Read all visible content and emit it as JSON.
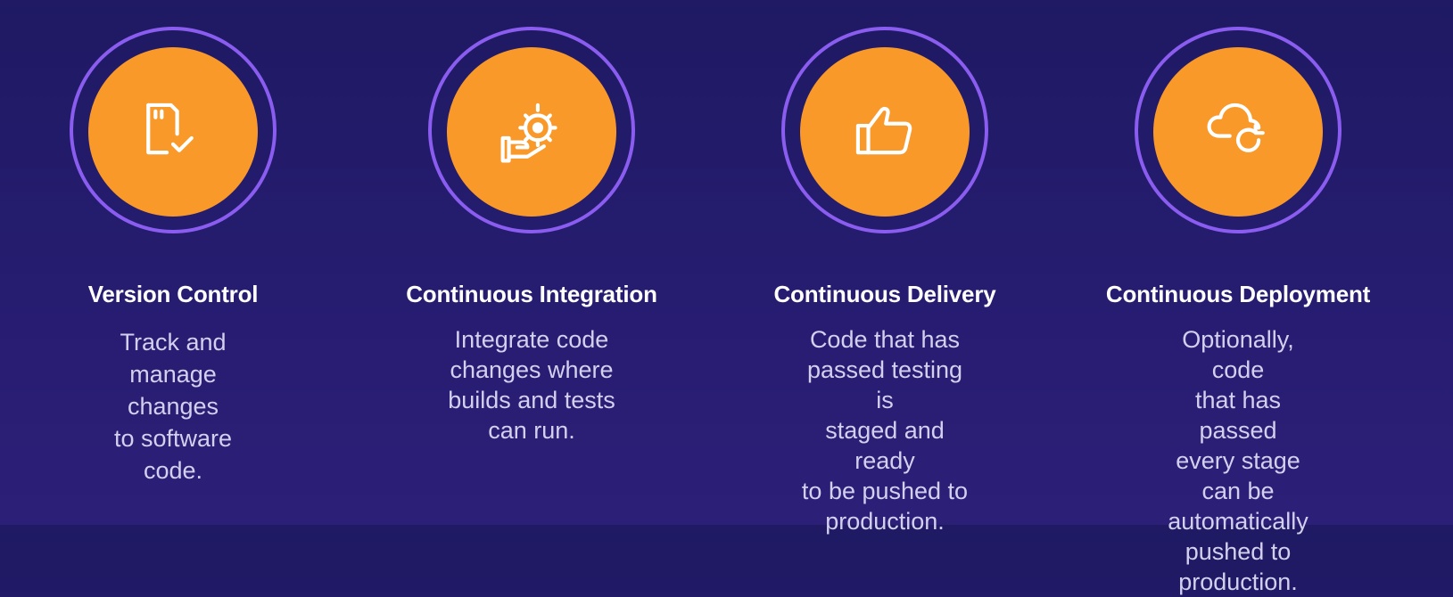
{
  "colors": {
    "background": "#231b6c",
    "ring": "#8a5cf0",
    "disc": "#f9992a",
    "title": "#ffffff",
    "description": "#d3d0ee"
  },
  "steps": [
    {
      "icon": "file-check-icon",
      "title": "Version Control",
      "description": "Track and\nmanage changes\nto software code."
    },
    {
      "icon": "hand-gear-icon",
      "title": "Continuous Integration",
      "description": "Integrate code\nchanges where\nbuilds and tests\ncan run."
    },
    {
      "icon": "thumbs-up-icon",
      "title": "Continuous Delivery",
      "description": "Code that has\npassed testing is\nstaged and ready\nto be pushed to\nproduction."
    },
    {
      "icon": "cloud-refresh-icon",
      "title": "Continuous Deployment",
      "description": "Optionally, code\nthat has passed\nevery stage can be\nautomatically\npushed to\nproduction."
    }
  ]
}
